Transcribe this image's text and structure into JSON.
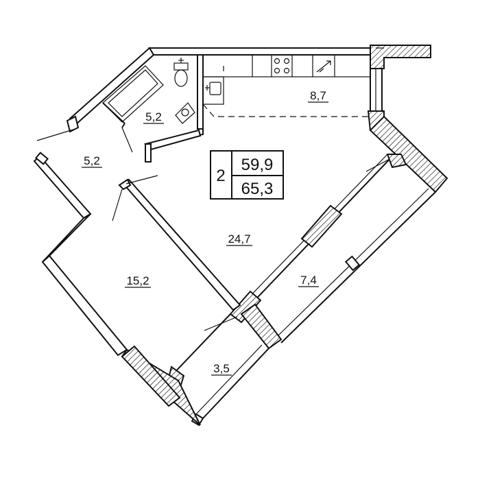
{
  "plan": {
    "rooms": 2,
    "area_living": "59,9",
    "area_total": "65,3"
  },
  "areas": {
    "hall": "5,2",
    "bathroom": "5,2",
    "kitchen": "8,7",
    "living": "24,7",
    "bedroom": "15,2",
    "balcony_large": "7,4",
    "balcony_small": "3,5"
  },
  "colors": {
    "line": "#111111",
    "background": "#ffffff"
  },
  "icons": [
    "toilet-icon",
    "bathtub-icon",
    "sink-icon",
    "stove-icon",
    "kitchen-sink-icon",
    "ventilation-icon"
  ]
}
